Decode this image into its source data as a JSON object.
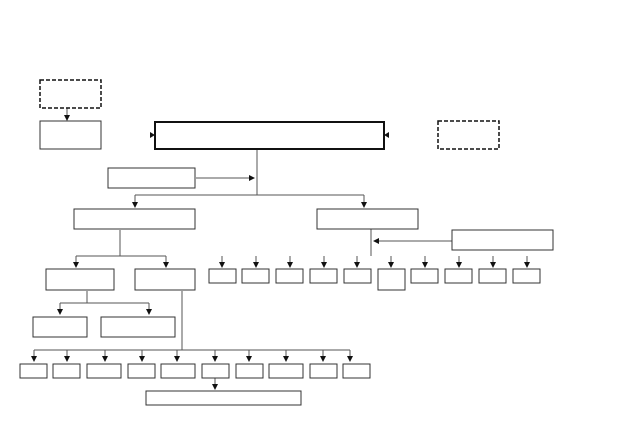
{
  "diagram": {
    "type": "organizational-chart",
    "colors": {
      "line": "#555555",
      "border": "#333333",
      "arrow": "#111111",
      "background": "#ffffff"
    },
    "nodes": [
      {
        "id": "dashed-left-top",
        "style": "dashed",
        "label": ""
      },
      {
        "id": "left-box",
        "style": "solid",
        "label": ""
      },
      {
        "id": "top-main",
        "style": "main",
        "label": ""
      },
      {
        "id": "dashed-right",
        "style": "dashed",
        "label": ""
      },
      {
        "id": "side-left",
        "style": "solid",
        "label": ""
      },
      {
        "id": "level2-left",
        "style": "solid",
        "label": ""
      },
      {
        "id": "level2-right",
        "style": "solid",
        "label": ""
      },
      {
        "id": "side-right",
        "style": "solid",
        "label": ""
      },
      {
        "id": "level3-a",
        "style": "solid",
        "label": ""
      },
      {
        "id": "level3-b",
        "style": "solid",
        "label": ""
      },
      {
        "id": "level4-a",
        "style": "solid",
        "label": ""
      },
      {
        "id": "level4-b",
        "style": "solid",
        "label": ""
      },
      {
        "id": "right-child-1",
        "style": "solid",
        "label": ""
      },
      {
        "id": "right-child-2",
        "style": "solid",
        "label": ""
      },
      {
        "id": "right-child-3",
        "style": "solid",
        "label": ""
      },
      {
        "id": "right-child-4",
        "style": "solid",
        "label": ""
      },
      {
        "id": "right-child-5",
        "style": "solid",
        "label": ""
      },
      {
        "id": "right-child-6",
        "style": "solid",
        "label": ""
      },
      {
        "id": "right-child-7",
        "style": "solid",
        "label": ""
      },
      {
        "id": "right-child-8",
        "style": "solid",
        "label": ""
      },
      {
        "id": "right-child-9",
        "style": "solid",
        "label": ""
      },
      {
        "id": "right-child-10",
        "style": "solid",
        "label": ""
      },
      {
        "id": "bottom-child-1",
        "style": "solid",
        "label": ""
      },
      {
        "id": "bottom-child-2",
        "style": "solid",
        "label": ""
      },
      {
        "id": "bottom-child-3",
        "style": "solid",
        "label": ""
      },
      {
        "id": "bottom-child-4",
        "style": "solid",
        "label": ""
      },
      {
        "id": "bottom-child-5",
        "style": "solid",
        "label": ""
      },
      {
        "id": "bottom-child-6",
        "style": "solid",
        "label": ""
      },
      {
        "id": "bottom-child-7",
        "style": "solid",
        "label": ""
      },
      {
        "id": "bottom-child-8",
        "style": "solid",
        "label": ""
      },
      {
        "id": "bottom-child-9",
        "style": "solid",
        "label": ""
      },
      {
        "id": "bottom-child-10",
        "style": "solid",
        "label": ""
      },
      {
        "id": "bottom-wide",
        "style": "solid",
        "label": ""
      }
    ],
    "edges": [
      {
        "from": "dashed-left-top",
        "to": "left-box"
      },
      {
        "from": "left-box",
        "to": "top-main"
      },
      {
        "from": "dashed-right",
        "to": "top-main"
      },
      {
        "from": "side-left",
        "to": "top-main"
      },
      {
        "from": "top-main",
        "to": "level2-left"
      },
      {
        "from": "top-main",
        "to": "level2-right"
      },
      {
        "from": "side-right",
        "to": "level2-right"
      },
      {
        "from": "level2-left",
        "to": "level3-a"
      },
      {
        "from": "level2-left",
        "to": "level3-b"
      },
      {
        "from": "level3-a",
        "to": "level4-a"
      },
      {
        "from": "level3-a",
        "to": "level4-b"
      },
      {
        "from": "level2-right",
        "to": "right-child-1"
      },
      {
        "from": "level2-right",
        "to": "right-child-2"
      },
      {
        "from": "level2-right",
        "to": "right-child-3"
      },
      {
        "from": "level2-right",
        "to": "right-child-4"
      },
      {
        "from": "level2-right",
        "to": "right-child-5"
      },
      {
        "from": "level2-right",
        "to": "right-child-6"
      },
      {
        "from": "level2-right",
        "to": "right-child-7"
      },
      {
        "from": "level2-right",
        "to": "right-child-8"
      },
      {
        "from": "level2-right",
        "to": "right-child-9"
      },
      {
        "from": "level2-right",
        "to": "right-child-10"
      },
      {
        "from": "level3-b",
        "to": "bottom-child-1"
      },
      {
        "from": "level3-b",
        "to": "bottom-child-2"
      },
      {
        "from": "level3-b",
        "to": "bottom-child-3"
      },
      {
        "from": "level3-b",
        "to": "bottom-child-4"
      },
      {
        "from": "level3-b",
        "to": "bottom-child-5"
      },
      {
        "from": "level3-b",
        "to": "bottom-child-6"
      },
      {
        "from": "level3-b",
        "to": "bottom-child-7"
      },
      {
        "from": "level3-b",
        "to": "bottom-child-8"
      },
      {
        "from": "level3-b",
        "to": "bottom-child-9"
      },
      {
        "from": "level3-b",
        "to": "bottom-child-10"
      },
      {
        "from": "bottom-child-6",
        "to": "bottom-wide"
      }
    ]
  }
}
